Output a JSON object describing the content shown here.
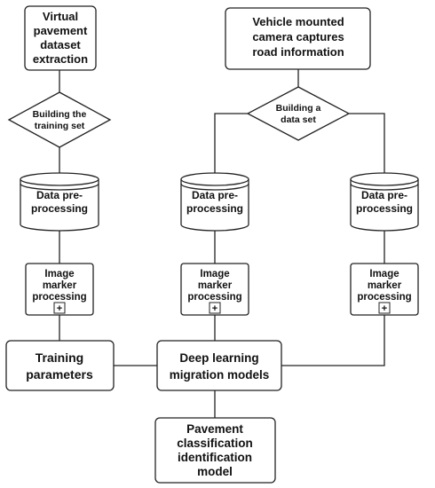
{
  "nodes": {
    "virtual_dataset": {
      "lines": [
        "Virtual",
        "pavement",
        "dataset",
        "extraction"
      ]
    },
    "vehicle_camera": {
      "lines": [
        "Vehicle mounted",
        "camera captures",
        "road information"
      ]
    },
    "training_set_decision": {
      "lines": [
        "Building the",
        "training set"
      ]
    },
    "data_set_decision": {
      "lines": [
        "Building a",
        "data set"
      ]
    },
    "preprocess_left": {
      "lines": [
        "Data pre-",
        "processing"
      ]
    },
    "preprocess_mid": {
      "lines": [
        "Data pre-",
        "processing"
      ]
    },
    "preprocess_right": {
      "lines": [
        "Data pre-",
        "processing"
      ]
    },
    "marker_left": {
      "lines": [
        "Image",
        "marker",
        "processing"
      ],
      "expand_glyph": "+"
    },
    "marker_mid": {
      "lines": [
        "Image",
        "marker",
        "processing"
      ],
      "expand_glyph": "+"
    },
    "marker_right": {
      "lines": [
        "Image",
        "marker",
        "processing"
      ],
      "expand_glyph": "+"
    },
    "training_params": {
      "lines": [
        "Training",
        "parameters"
      ]
    },
    "deep_learning": {
      "lines": [
        "Deep learning",
        "migration models"
      ]
    },
    "classification_model": {
      "lines": [
        "Pavement",
        "classification",
        "identification",
        "model"
      ]
    }
  }
}
